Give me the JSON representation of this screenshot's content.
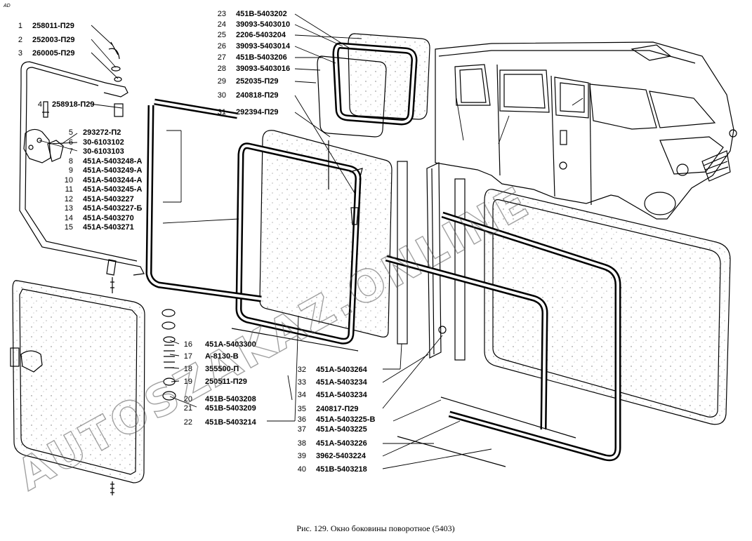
{
  "corner_mark": "AD",
  "caption": "Рис. 129. Окно боковины поворотное (5403)",
  "watermark": "AUTOSZAKAZ.ONLINE",
  "callouts_left": [
    {
      "num": "1",
      "code": "258011-П29"
    },
    {
      "num": "2",
      "code": "252003-П29"
    },
    {
      "num": "3",
      "code": "260005-П29"
    },
    {
      "num": "4",
      "code": "258918-П29"
    },
    {
      "num": "5",
      "code": "293272-П2"
    },
    {
      "num": "6",
      "code": "30-6103102"
    },
    {
      "num": "7",
      "code": "30-6103103"
    },
    {
      "num": "8",
      "code": "451А-5403248-А"
    },
    {
      "num": "9",
      "code": "451А-5403249-А"
    },
    {
      "num": "10",
      "code": "451А-5403244-А"
    },
    {
      "num": "11",
      "code": "451А-5403245-А"
    },
    {
      "num": "12",
      "code": "451А-5403227"
    },
    {
      "num": "13",
      "code": "451А-5403227-Б"
    },
    {
      "num": "14",
      "code": "451А-5403270"
    },
    {
      "num": "15",
      "code": "451А-5403271"
    }
  ],
  "callouts_mid": [
    {
      "num": "16",
      "code": "451А-5403300"
    },
    {
      "num": "17",
      "code": "А-8130-В"
    },
    {
      "num": "18",
      "code": "355500-П"
    },
    {
      "num": "19",
      "code": "250511-П29"
    },
    {
      "num": "20",
      "code": "451В-5403208"
    },
    {
      "num": "21",
      "code": "451В-5403209"
    },
    {
      "num": "22",
      "code": "451В-5403214"
    }
  ],
  "callouts_top": [
    {
      "num": "23",
      "code": "451В-5403202"
    },
    {
      "num": "24",
      "code": "39093-5403010"
    },
    {
      "num": "25",
      "code": "2206-5403204"
    },
    {
      "num": "26",
      "code": "39093-5403014"
    },
    {
      "num": "27",
      "code": "451В-5403206"
    },
    {
      "num": "28",
      "code": "39093-5403016"
    },
    {
      "num": "29",
      "code": "252035-П29"
    },
    {
      "num": "30",
      "code": "240818-П29"
    },
    {
      "num": "31",
      "code": "292394-П29"
    }
  ],
  "callouts_bottom": [
    {
      "num": "32",
      "code": "451А-5403264"
    },
    {
      "num": "33",
      "code": "451А-5403234"
    },
    {
      "num": "34",
      "code": "451А-5403234"
    },
    {
      "num": "35",
      "code": "240817-П29"
    },
    {
      "num": "36",
      "code": "451А-5403225-В"
    },
    {
      "num": "37",
      "code": "451А-5403225"
    },
    {
      "num": "38",
      "code": "451А-5403226"
    },
    {
      "num": "39",
      "code": "3962-5403224"
    },
    {
      "num": "40",
      "code": "451В-5403218"
    }
  ]
}
